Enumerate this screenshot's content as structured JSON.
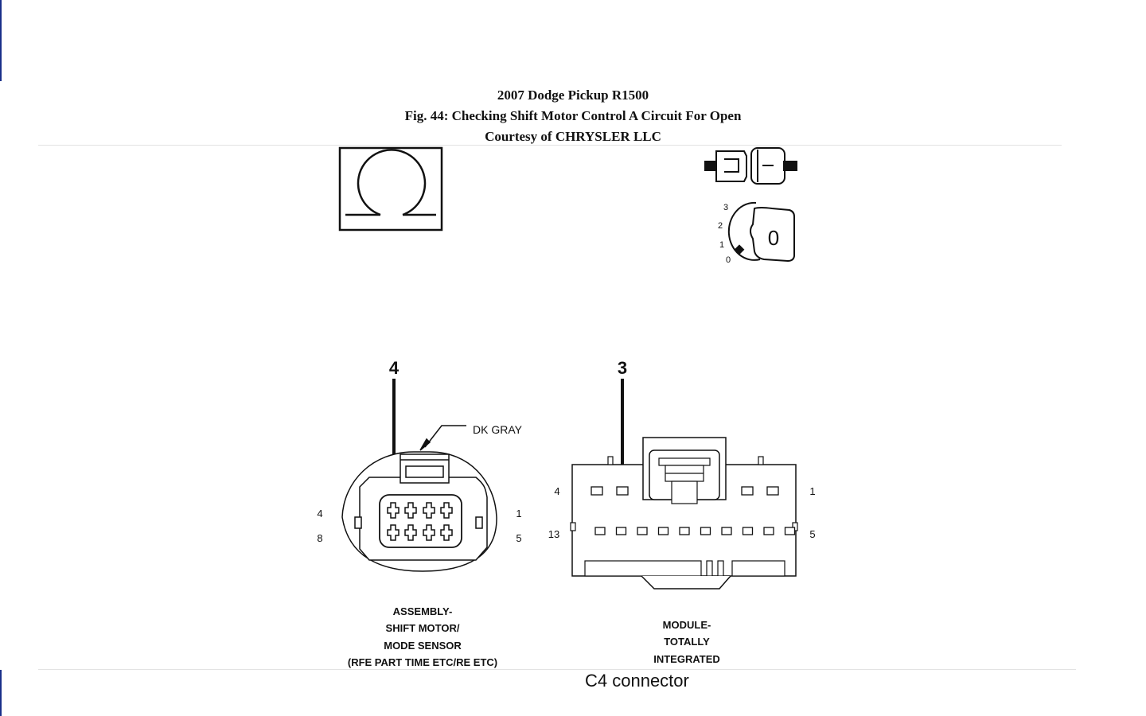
{
  "header": {
    "vehicle": "2007 Dodge Pickup R1500",
    "figure_title": "Fig. 44: Checking Shift Motor Control A Circuit For Open",
    "courtesy": "Courtesy of CHRYSLER LLC"
  },
  "ohmmeter": {
    "icon": "ohm-symbol-icon"
  },
  "ignition": {
    "icon": "ignition-key-icon",
    "positions": [
      "3",
      "2",
      "1",
      "0"
    ],
    "key_label": "0"
  },
  "left_connector": {
    "pin_callout": "4",
    "wire_color": "DK GRAY",
    "pin_numbers": {
      "top_left": "4",
      "top_right": "1",
      "bottom_left": "8",
      "bottom_right": "5"
    },
    "label_lines": [
      "ASSEMBLY-",
      "SHIFT MOTOR/",
      "MODE SENSOR",
      "(RFE PART TIME ETC/RE ETC)"
    ]
  },
  "right_connector": {
    "pin_callout": "3",
    "pin_numbers": {
      "top_left": "4",
      "top_right": "1",
      "bottom_left": "13",
      "bottom_right": "5"
    },
    "label_lines": [
      "MODULE-",
      "TOTALLY",
      "INTEGRATED"
    ]
  },
  "caption": "C4 connector"
}
